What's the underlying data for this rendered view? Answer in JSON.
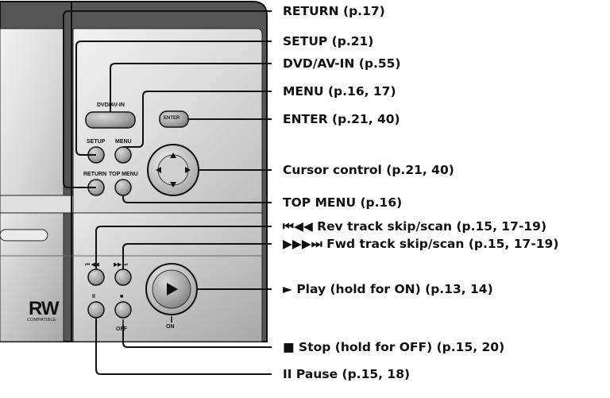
{
  "labels": {
    "return": "RETURN (p.17)",
    "setup": "SETUP (p.21)",
    "dvd_av_in": "DVD/AV-IN (p.55)",
    "menu": "MENU (p.16, 17)",
    "enter": "ENTER (p.21, 40)",
    "cursor": "Cursor control (p.21, 40)",
    "top_menu": "TOP MENU (p.16)",
    "rev_skip": "⏮◀◀ Rev track skip/scan (p.15, 17-19)",
    "fwd_skip": "▶▶▶⏭ Fwd track skip/scan (p.15, 17-19)",
    "play": "► Play (hold for ON) (p.13, 14)",
    "stop": "■ Stop (hold for OFF) (p.15, 20)",
    "pause": "II Pause (p.15, 18)"
  },
  "panel": {
    "dvd_av_in": "DVD/AV-IN",
    "enter": "ENTER",
    "setup": "SETUP",
    "menu": "MENU",
    "return": "RETURN",
    "top_menu": "TOP MENU",
    "rev_symbols": "⏮ ◀◀",
    "fwd_symbols": "▶▶ ⏭",
    "pause_symbol": "II",
    "stop_symbol": "■",
    "off": "OFF",
    "on": "ON",
    "rw_logo": "RW",
    "rw_sub": "COMPATIBLE"
  },
  "colors": {
    "panel_light": "#e6e6e6",
    "panel_dark": "#b8b8b8",
    "button": "#a9a9a9",
    "line": "#111111"
  }
}
